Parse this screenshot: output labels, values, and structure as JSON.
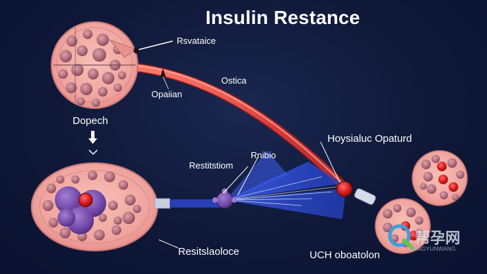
{
  "title": "Insulin Restance",
  "labels": {
    "top_right_of_cell": "Rsvataice",
    "tube_upper": "Ostica",
    "tube_lower": "Opaiian",
    "left_cell": "Dopech",
    "receptor_left": "Restitstiom",
    "receptor_top": "Rnibio",
    "right_top": "Hoysialuc Opaturd",
    "bottom_left": "Resitslaoloce",
    "bottom_right": "UCH oboatolon"
  },
  "watermark": {
    "main": "帮孕网",
    "sub": "BANGYUNWANG"
  },
  "colors": {
    "background": "#0f1838",
    "cell_fill": "#f0a59f",
    "vessel": "#d63a3a",
    "receptor_beam": "#2e4fd6",
    "insulin_dot": "#d61a1a",
    "nucleus": "#7a4fb5"
  },
  "icons": {
    "arrow_down": "down-arrow-icon"
  }
}
